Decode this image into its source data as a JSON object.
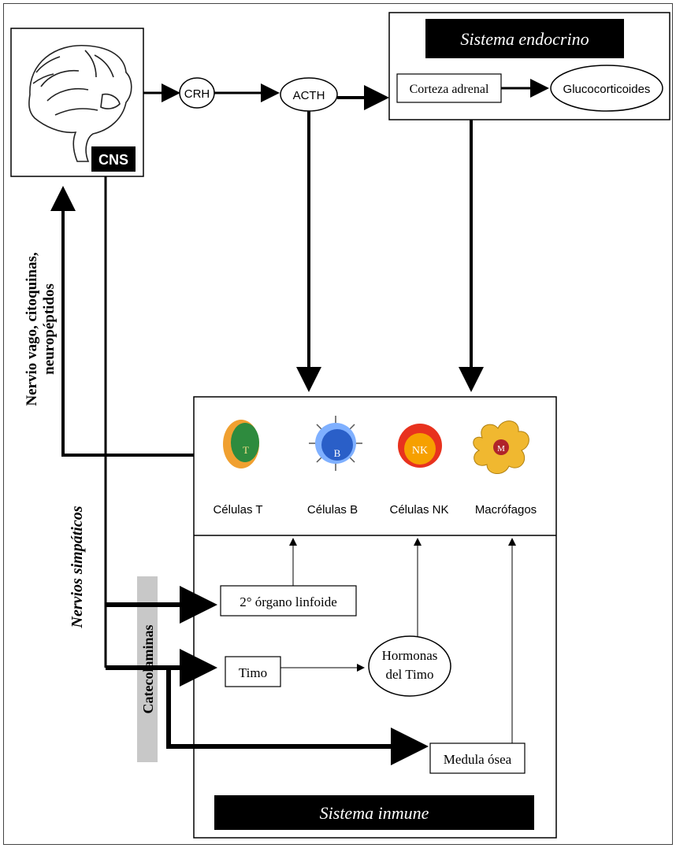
{
  "brain": {
    "label": "CNS"
  },
  "hormones": {
    "crh": "CRH",
    "acth": "ACTH",
    "glucocorticoids": "Glucocorticoides"
  },
  "endocrine": {
    "title": "Sistema endocrino",
    "adrenal_cortex": "Corteza adrenal"
  },
  "immune": {
    "title": "Sistema inmune",
    "cells": [
      {
        "label": "Células T",
        "letter": "T",
        "color": "#2e8b3e",
        "accent": "#f0a030"
      },
      {
        "label": "Células B",
        "letter": "B",
        "color": "#2a5fc8",
        "accent": "#7fb0ff"
      },
      {
        "label": "Células NK",
        "letter": "NK",
        "color": "#e8321e",
        "accent": "#f6c200"
      },
      {
        "label": "Macrófagos",
        "letter": "M",
        "color": "#f0b830",
        "accent": "#b0232a"
      }
    ],
    "secondary_lymphoid": "2° órgano linfoide",
    "thymus": "Timo",
    "thymus_hormones_line1": "Hormonas",
    "thymus_hormones_line2": "del Timo",
    "bone_marrow": "Medula ósea"
  },
  "labels": {
    "feedback_line1": "Nervio vago, citoquinas,",
    "feedback_line2": "neuropéptidos",
    "sympathetic": "Nervios simpáticos",
    "catecholamines": "Catecolaminas"
  },
  "colors": {
    "black": "#000000",
    "catecholamine_band": "#c8c8c8"
  }
}
